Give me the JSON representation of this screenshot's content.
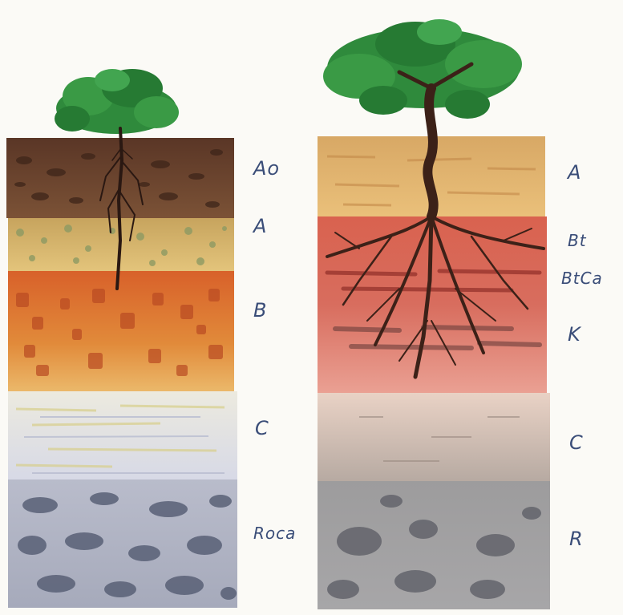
{
  "left_profile": {
    "horizons": [
      {
        "label": "Ao",
        "color": "#6b4430"
      },
      {
        "label": "A",
        "color": "#d9b96c"
      },
      {
        "label": "B",
        "color": "#d9772e"
      },
      {
        "label": "C",
        "color": "#e4e6ef"
      },
      {
        "label": "Roca",
        "color": "#8d93a5"
      }
    ]
  },
  "right_profile": {
    "horizons": [
      {
        "label": "A",
        "color": "#e2b46d"
      },
      {
        "label": "Bt",
        "color": "#d96e5e"
      },
      {
        "label": "BtCa",
        "color": "#c75a4e"
      },
      {
        "label": "K",
        "color": "#d9756a"
      },
      {
        "label": "C",
        "color": "#cbbcb0"
      },
      {
        "label": "R",
        "color": "#8e8e90"
      }
    ]
  },
  "colors": {
    "label_ink": "#3a4d78",
    "foliage": "#2f8a3c",
    "trunk": "#3c2118"
  }
}
